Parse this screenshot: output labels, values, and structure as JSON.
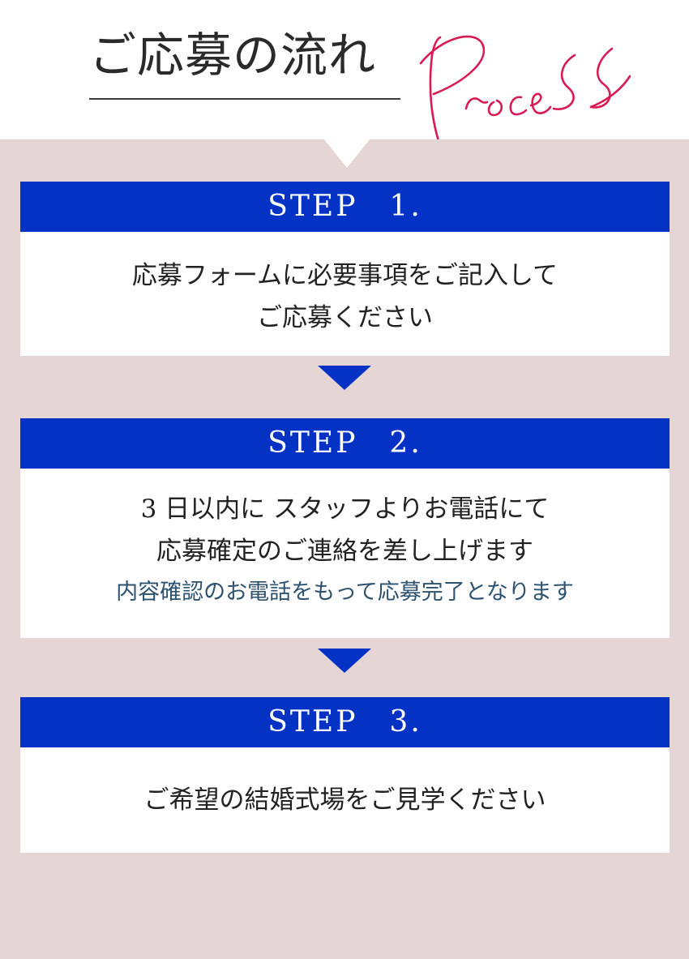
{
  "header": {
    "title": "ご応募の流れ",
    "script_word": "Process",
    "script_color": "#d81b52"
  },
  "colors": {
    "accent": "#0432c4",
    "panel_bg": "#e6d5d5",
    "note_text": "#2c5270"
  },
  "steps": [
    {
      "label": "STEP　1.",
      "lines": [
        "応募フォームに必要事項をご記入して",
        "ご応募ください"
      ]
    },
    {
      "label": "STEP　2.",
      "lines": [
        "3 日以内に スタッフよりお電話にて",
        "応募確定のご連絡を差し上げます"
      ],
      "note": "内容確認のお電話をもって応募完了となります"
    },
    {
      "label": "STEP　3.",
      "lines": [
        "ご希望の結婚式場をご見学ください"
      ]
    }
  ]
}
